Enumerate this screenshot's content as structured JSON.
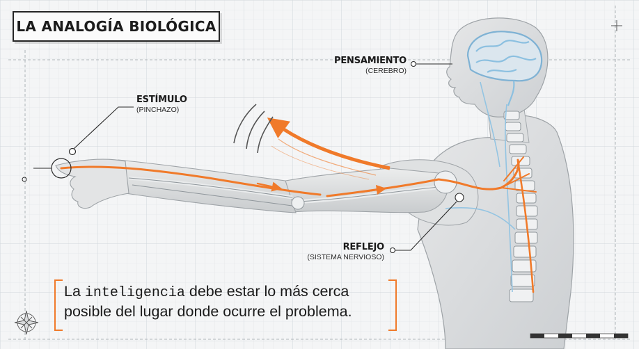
{
  "title": "LA ANALOGÍA BIOLÓGICA",
  "labels": {
    "estimulo": {
      "main": "ESTÍMULO",
      "sub": "(PINCHAZO)"
    },
    "pensamiento": {
      "main": "PENSAMIENTO",
      "sub": "(CEREBRO)"
    },
    "reflejo": {
      "main": "REFLEJO",
      "sub": "(SISTEMA NERVIOSO)"
    }
  },
  "quote": {
    "line1_start": "La ",
    "line1_mono": "inteligencia",
    "line1_end": " debe estar lo más cerca",
    "line2": "posible del lugar donde ocurre el problema."
  },
  "colors": {
    "nerve_orange": "#f07a2a",
    "brain_blue": "#8cc0e0",
    "body_gray": "#d6d8da",
    "ink": "#1a1a1a"
  },
  "icons": [
    "compass-rose-icon",
    "crosshair-icon",
    "scale-bar-icon"
  ]
}
